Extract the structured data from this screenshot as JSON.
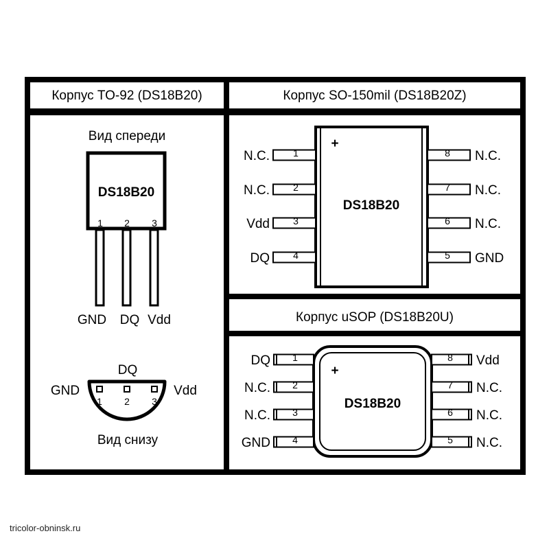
{
  "to92": {
    "title": "Корпус TO-92 (DS18B20)",
    "front_caption": "Вид спереди",
    "bottom_caption": "Вид снизу",
    "chip_label": "DS18B20",
    "pin_numbers": [
      "1",
      "2",
      "3"
    ],
    "pin_names": [
      "GND",
      "DQ",
      "Vdd"
    ]
  },
  "so150": {
    "title": "Корпус SO-150mil (DS18B20Z)",
    "chip_label": "DS18B20",
    "polarity_mark": "+",
    "left_pins": [
      {
        "num": "1",
        "name": "N.C."
      },
      {
        "num": "2",
        "name": "N.C."
      },
      {
        "num": "3",
        "name": "Vdd"
      },
      {
        "num": "4",
        "name": "DQ"
      }
    ],
    "right_pins": [
      {
        "num": "8",
        "name": "N.C."
      },
      {
        "num": "7",
        "name": "N.C."
      },
      {
        "num": "6",
        "name": "N.C."
      },
      {
        "num": "5",
        "name": "GND"
      }
    ]
  },
  "usop": {
    "title": "Корпус uSOP (DS18B20U)",
    "chip_label": "DS18B20",
    "polarity_mark": "+",
    "left_pins": [
      {
        "num": "1",
        "name": "DQ"
      },
      {
        "num": "2",
        "name": "N.C."
      },
      {
        "num": "3",
        "name": "N.C."
      },
      {
        "num": "4",
        "name": "GND"
      }
    ],
    "right_pins": [
      {
        "num": "8",
        "name": "Vdd"
      },
      {
        "num": "7",
        "name": "N.C."
      },
      {
        "num": "6",
        "name": "N.C."
      },
      {
        "num": "5",
        "name": "N.C."
      }
    ]
  },
  "footer": {
    "source": "tricolor-obninsk.ru"
  }
}
